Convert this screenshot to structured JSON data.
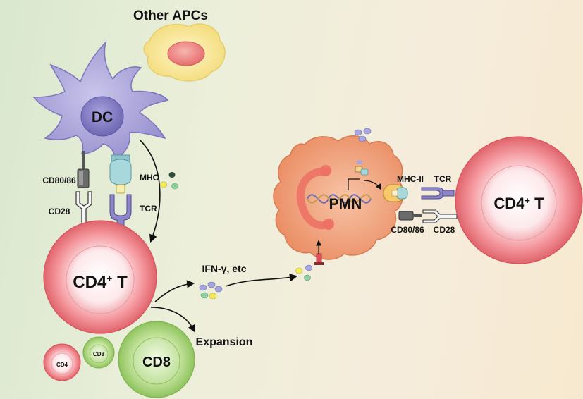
{
  "labels": {
    "other_apcs": "Other APCs",
    "dc": "DC",
    "cd80_86_left": "CD80/86",
    "cd28_left": "CD28",
    "mhc": "MHC",
    "tcr_left": "TCR",
    "cd4t_left": "CD4",
    "cd4t_left_sup": "+",
    "cd4t_left_t": " T",
    "ifn": "IFN-γ, etc",
    "expansion": "Expansion",
    "cd8_large": "CD8",
    "cd8_small": "CD8",
    "cd4_small": "CD4",
    "pmn": "PMN",
    "mhc_ii": "MHC-II",
    "tcr_right": "TCR",
    "cd80_86_right": "CD80/86",
    "cd28_right": "CD28",
    "cd4t_right": "CD4",
    "cd4t_right_sup": "+",
    "cd4t_right_t": " T"
  },
  "colors": {
    "dc_fill": "#a9a3d6",
    "dc_nucleus": "#8b84c6",
    "apc_fill": "#f6e39a",
    "apc_nucleus": "#f08c8c",
    "tcell_outer": "#f08a90",
    "tcell_inner": "#fbe7ea",
    "cd8_outer": "#b6d98b",
    "cd8_inner": "#dcefc0",
    "pmn_fill": "#f0a078",
    "tcr_purple": "#8c86c8",
    "mhc_teal": "#a8d8dc",
    "cytokine_purple": "#a7a6e0",
    "cytokine_yellow": "#f4ec5a",
    "cytokine_green": "#8fd0a0"
  }
}
